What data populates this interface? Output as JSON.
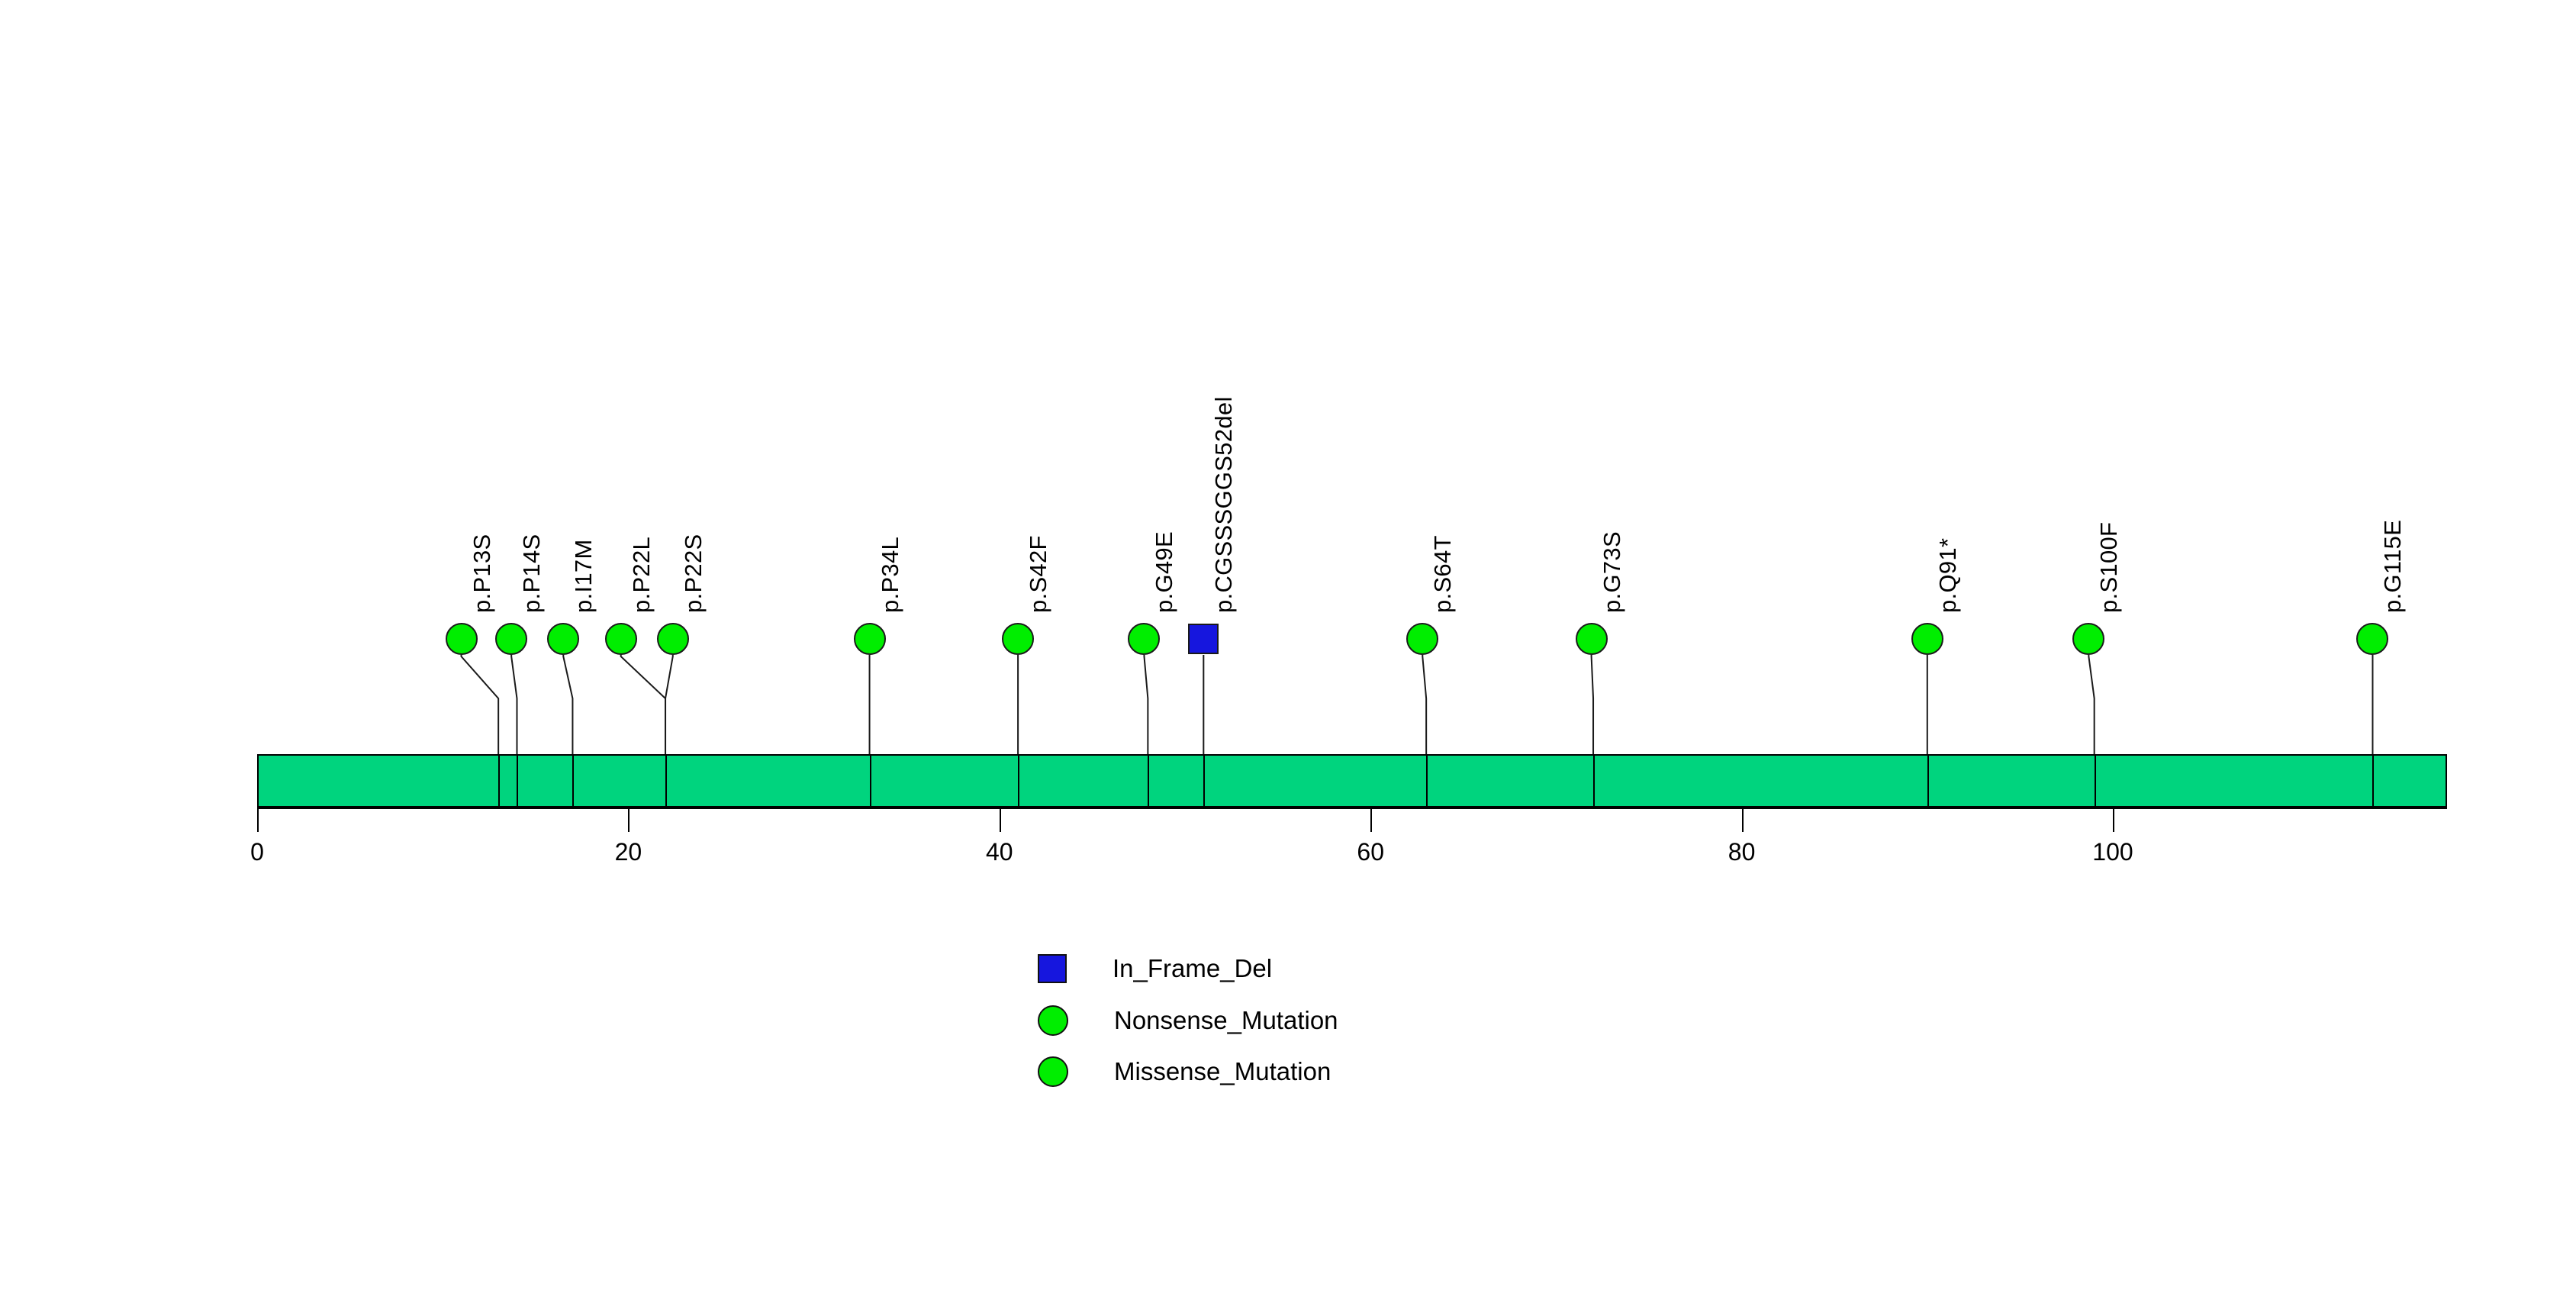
{
  "chart_data": {
    "type": "lollipop",
    "title": "",
    "xlabel": "",
    "ylabel": "",
    "xlim": [
      0,
      118
    ],
    "grid": false,
    "axis_ticks": [
      0,
      20,
      40,
      60,
      80,
      100
    ],
    "axis_tick_labels": [
      "0",
      "20",
      "40",
      "60",
      "80",
      "100"
    ],
    "protein": {
      "length": 118,
      "track_color": "#00D47E",
      "border_color": "#000000",
      "domain_boundaries": [
        13,
        14,
        17,
        22,
        33,
        41,
        48,
        51,
        63,
        72,
        90,
        99,
        114
      ]
    },
    "markers": [
      {
        "label": "p.P13S",
        "position": 13,
        "draw_x": 11.0,
        "shape": "circle",
        "color": "#00EE00",
        "type": "Missense_Mutation"
      },
      {
        "label": "p.P14S",
        "position": 14,
        "draw_x": 13.7,
        "shape": "circle",
        "color": "#00EE00",
        "type": "Missense_Mutation"
      },
      {
        "label": "p.I17M",
        "position": 17,
        "draw_x": 16.5,
        "shape": "circle",
        "color": "#00EE00",
        "type": "Missense_Mutation"
      },
      {
        "label": "p.P22L",
        "position": 22,
        "draw_x": 19.6,
        "shape": "circle",
        "color": "#00EE00",
        "type": "Missense_Mutation"
      },
      {
        "label": "p.P22S",
        "position": 22,
        "draw_x": 22.4,
        "shape": "circle",
        "color": "#00EE00",
        "type": "Missense_Mutation"
      },
      {
        "label": "p.P34L",
        "position": 33,
        "draw_x": 33.0,
        "shape": "circle",
        "color": "#00EE00",
        "type": "Missense_Mutation"
      },
      {
        "label": "p.S42F",
        "position": 41,
        "draw_x": 41.0,
        "shape": "circle",
        "color": "#00EE00",
        "type": "Missense_Mutation"
      },
      {
        "label": "p.G49E",
        "position": 48,
        "draw_x": 47.8,
        "shape": "circle",
        "color": "#00EE00",
        "type": "Missense_Mutation"
      },
      {
        "label": "p.CGSSSGGS52del",
        "position": 51,
        "draw_x": 51.0,
        "shape": "square",
        "color": "#1616DE",
        "type": "In_Frame_Del"
      },
      {
        "label": "p.S64T",
        "position": 63,
        "draw_x": 62.8,
        "shape": "circle",
        "color": "#00EE00",
        "type": "Missense_Mutation"
      },
      {
        "label": "p.G73S",
        "position": 72,
        "draw_x": 71.9,
        "shape": "circle",
        "color": "#00EE00",
        "type": "Missense_Mutation"
      },
      {
        "label": "p.Q91*",
        "position": 90,
        "draw_x": 90.0,
        "shape": "circle",
        "color": "#00EE00",
        "type": "Nonsense_Mutation"
      },
      {
        "label": "p.S100F",
        "position": 99,
        "draw_x": 98.7,
        "shape": "circle",
        "color": "#00EE00",
        "type": "Missense_Mutation"
      },
      {
        "label": "p.G115E",
        "position": 114,
        "draw_x": 114.0,
        "shape": "circle",
        "color": "#00EE00",
        "type": "Missense_Mutation"
      }
    ],
    "legend": {
      "position": "bottom-center",
      "entries": [
        {
          "label": "In_Frame_Del",
          "shape": "square",
          "color": "#1616DE"
        },
        {
          "label": "Nonsense_Mutation",
          "shape": "circle",
          "color": "#00EE00"
        },
        {
          "label": "Missense_Mutation",
          "shape": "circle",
          "color": "#00EE00"
        }
      ]
    }
  }
}
